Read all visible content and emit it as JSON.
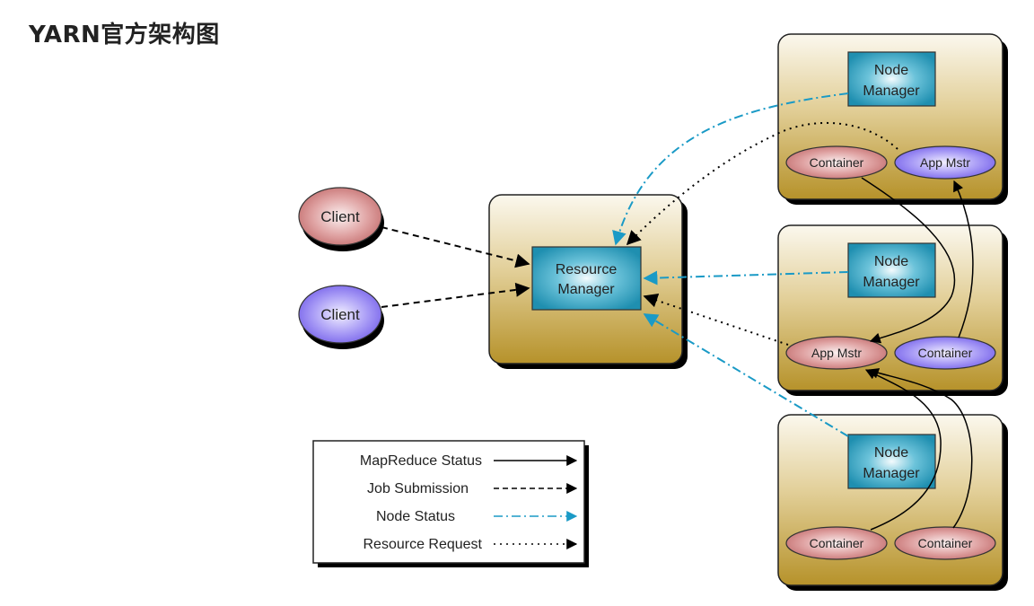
{
  "page": {
    "title": "YARN官方架构图"
  },
  "diagram": {
    "clients": [
      {
        "id": "client-1",
        "label": "Client",
        "color": "#d08080"
      },
      {
        "id": "client-2",
        "label": "Client",
        "color": "#8a78f0"
      }
    ],
    "resource_manager": {
      "label_line1": "Resource",
      "label_line2": "Manager"
    },
    "nodes": [
      {
        "id": "node-1",
        "node_manager": {
          "line1": "Node",
          "line2": "Manager"
        },
        "components": [
          {
            "label": "Container",
            "kind": "container",
            "color": "#d08080"
          },
          {
            "label": "App Mstr",
            "kind": "app-master",
            "color": "#8a78f0"
          }
        ]
      },
      {
        "id": "node-2",
        "node_manager": {
          "line1": "Node",
          "line2": "Manager"
        },
        "components": [
          {
            "label": "App Mstr",
            "kind": "app-master",
            "color": "#d08080"
          },
          {
            "label": "Container",
            "kind": "container",
            "color": "#8a78f0"
          }
        ]
      },
      {
        "id": "node-3",
        "node_manager": {
          "line1": "Node",
          "line2": "Manager"
        },
        "components": [
          {
            "label": "Container",
            "kind": "container",
            "color": "#d08080"
          },
          {
            "label": "Container",
            "kind": "container",
            "color": "#d08080"
          }
        ]
      }
    ],
    "edges": [
      {
        "from": "client-1",
        "to": "resource-manager",
        "type": "job-submission"
      },
      {
        "from": "client-2",
        "to": "resource-manager",
        "type": "job-submission"
      },
      {
        "from": "node-1.node-manager",
        "to": "resource-manager",
        "type": "node-status"
      },
      {
        "from": "node-2.node-manager",
        "to": "resource-manager",
        "type": "node-status"
      },
      {
        "from": "node-3.node-manager",
        "to": "resource-manager",
        "type": "node-status"
      },
      {
        "from": "node-1.app-master",
        "to": "resource-manager",
        "type": "resource-request"
      },
      {
        "from": "node-2.app-master",
        "to": "resource-manager",
        "type": "resource-request"
      },
      {
        "from": "node-1.container",
        "to": "node-2.app-master",
        "type": "mapreduce-status"
      },
      {
        "from": "node-2.container",
        "to": "node-1.app-master",
        "type": "mapreduce-status"
      },
      {
        "from": "node-3.container-1",
        "to": "node-2.app-master",
        "type": "mapreduce-status"
      },
      {
        "from": "node-3.container-2",
        "to": "node-2.app-master",
        "type": "mapreduce-status"
      }
    ],
    "legend": [
      {
        "label": "MapReduce Status",
        "style": "solid",
        "color": "#000000"
      },
      {
        "label": "Job Submission",
        "style": "dashed",
        "color": "#000000"
      },
      {
        "label": "Node Status",
        "style": "dash-dot",
        "color": "#1a9ac6"
      },
      {
        "label": "Resource Request",
        "style": "dotted",
        "color": "#000000"
      }
    ],
    "colors": {
      "node_box_top": "#faf6ea",
      "node_box_bottom": "#b8962e",
      "manager_box": "#2aa6c6",
      "node_status_line": "#1a9ac6"
    }
  }
}
